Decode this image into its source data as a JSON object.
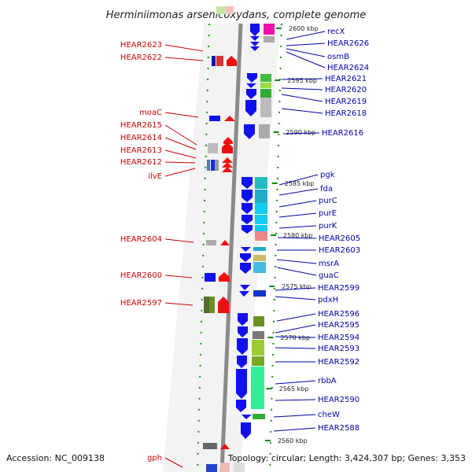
{
  "title": "Herminiimonas arsenicoxydans, complete genome",
  "footer": {
    "accession": "Accession: NC_009138",
    "topology": "Topology: circular; Length: 3,424,307 bp; Genes: 3,353"
  },
  "kbp_ticks": [
    "2600 kbp",
    "2595 kbp",
    "2590 kbp",
    "2585 kbp",
    "2580 kbp",
    "2575 kbp",
    "2570 kbp",
    "2565 kbp",
    "2560 kbp"
  ],
  "left_labels": [
    "HEAR2623",
    "HEAR2622",
    "moaC",
    "HEAR2615",
    "HEAR2614",
    "HEAR2613",
    "HEAR2612",
    "ilvE",
    "HEAR2604",
    "HEAR2600",
    "HEAR2597",
    "gph"
  ],
  "right_labels": [
    "recX",
    "HEAR2626",
    "osmB",
    "HEAR2624",
    "HEAR2621",
    "HEAR2620",
    "HEAR2619",
    "HEAR2618",
    "HEAR2616",
    "pgk",
    "fda",
    "purC",
    "purE",
    "purK",
    "HEAR2605",
    "HEAR2603",
    "msrA",
    "guaC",
    "HEAR2599",
    "pdxH",
    "HEAR2596",
    "HEAR2595",
    "HEAR2594",
    "HEAR2593",
    "HEAR2592",
    "rbbA",
    "HEAR2590",
    "cheW",
    "HEAR2588"
  ],
  "colors": {
    "left_label": "#cc0000",
    "right_label": "#0000aa",
    "forward_gene": "#ee1111",
    "reverse_gene": "#1111ee",
    "backbone": "#888888",
    "tick": "#118811"
  }
}
